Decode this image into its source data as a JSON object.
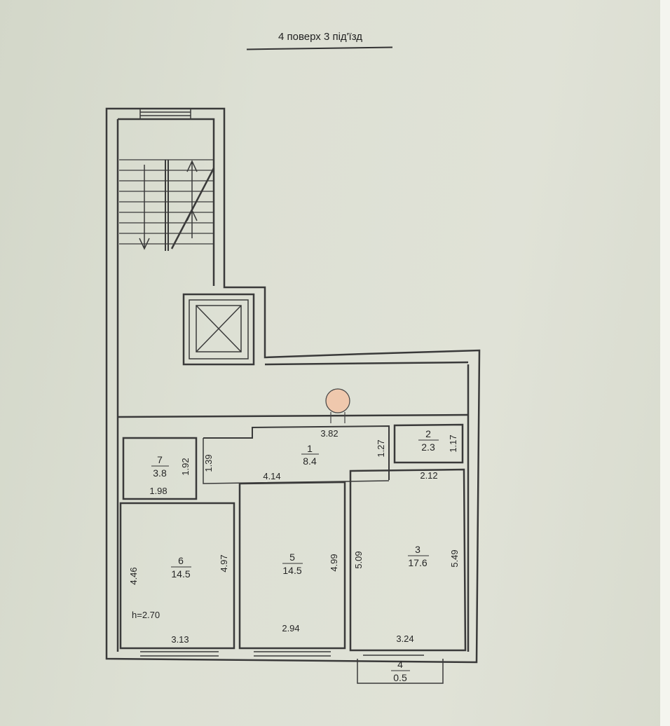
{
  "title": "4 поверх 3 під'їзд",
  "height_note": "h=2.70",
  "colors": {
    "wall": "#3a3a3a",
    "paper": "#dcdfd2",
    "riser": "#efc8ad"
  },
  "icons": [
    "stair-arrow-down-icon",
    "stair-arrow-up-icon",
    "elevator-icon",
    "riser-circle-icon"
  ],
  "rooms": [
    {
      "num": "1",
      "area": "8.4"
    },
    {
      "num": "2",
      "area": "2.3"
    },
    {
      "num": "3",
      "area": "17.6"
    },
    {
      "num": "4",
      "area": "0.5"
    },
    {
      "num": "5",
      "area": "14.5"
    },
    {
      "num": "6",
      "area": "14.5"
    },
    {
      "num": "7",
      "area": "3.8"
    }
  ],
  "dimensions": [
    "3.82",
    "1.27",
    "1.17",
    "2.12",
    "4.14",
    "1.39",
    "1.92",
    "1.98",
    "4.46",
    "4.97",
    "3.13",
    "4.99",
    "2.94",
    "5.09",
    "5.49",
    "3.24"
  ]
}
